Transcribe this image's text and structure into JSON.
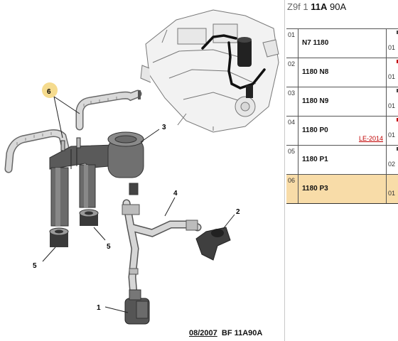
{
  "header": {
    "prefix": "Z9f",
    "mid": "1",
    "model": "11A",
    "code": "90A"
  },
  "rows": [
    {
      "index": "01",
      "ref": "N7 1180",
      "tag": "",
      "qty": "01",
      "mark": "#444"
    },
    {
      "index": "02",
      "ref": "1180 N8",
      "tag": "",
      "qty": "01",
      "mark": "#c00000"
    },
    {
      "index": "03",
      "ref": "1180 N9",
      "tag": "",
      "qty": "01",
      "mark": "#444"
    },
    {
      "index": "04",
      "ref": "1180 P0",
      "tag": "LE-2014",
      "qty": "01",
      "mark": "#c00000"
    },
    {
      "index": "05",
      "ref": "1180 P1",
      "tag": "",
      "qty": "02",
      "mark": "#444"
    },
    {
      "index": "06",
      "ref": "1180 P3",
      "tag": "",
      "qty": "01",
      "mark": "#444"
    }
  ],
  "selected_row": "06",
  "callouts": [
    "1",
    "2",
    "3",
    "4",
    "5",
    "5",
    "6"
  ],
  "footer": {
    "date": "08/2007",
    "ref": "BF 11A90A"
  },
  "colors": {
    "selected": "#f8dca8",
    "callout_badge": "#f3d57a",
    "tag": "#c00000"
  }
}
